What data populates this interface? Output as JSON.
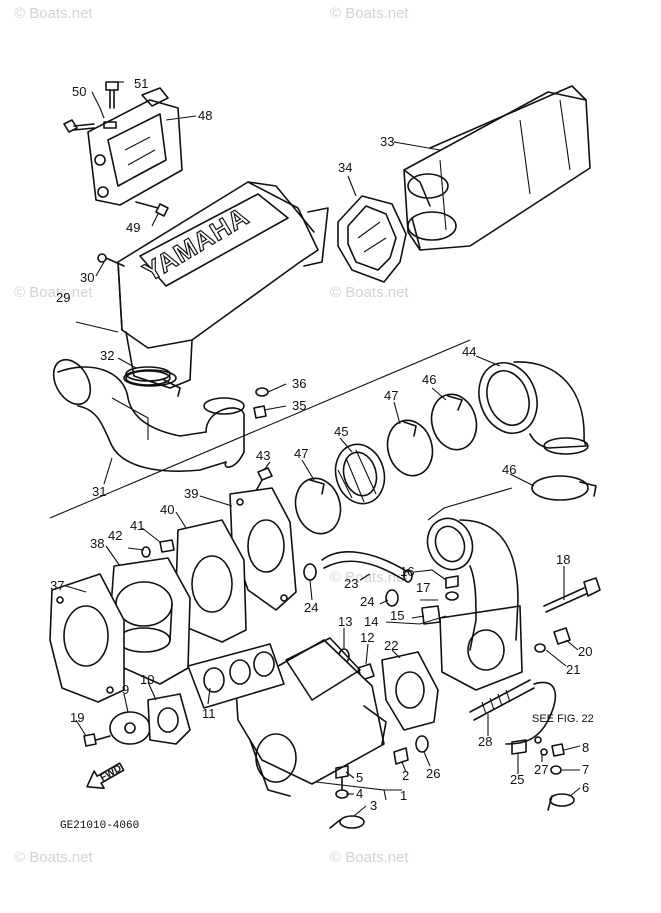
{
  "watermark": "© Boats.net",
  "brand_mark": "YAMAHA",
  "see_fig_note": "SEE FIG. 22",
  "fwd_label": "FWD",
  "drawing_code": "GE21010-4060",
  "callouts": {
    "c1": "1",
    "c2": "2",
    "c3": "3",
    "c4": "4",
    "c5": "5",
    "c6": "6",
    "c7": "7",
    "c8": "8",
    "c9": "9",
    "c10": "10",
    "c11": "11",
    "c12": "12",
    "c13": "13",
    "c14": "14",
    "c15": "15",
    "c16": "16",
    "c17": "17",
    "c18": "18",
    "c19": "19",
    "c20": "20",
    "c21": "21",
    "c22": "22",
    "c23": "23",
    "c24a": "24",
    "c24b": "24",
    "c25": "25",
    "c26": "26",
    "c27": "27",
    "c28": "28",
    "c29": "29",
    "c30": "30",
    "c31": "31",
    "c32": "32",
    "c33": "33",
    "c34": "34",
    "c35": "35",
    "c36": "36",
    "c37": "37",
    "c38": "38",
    "c39": "39",
    "c40": "40",
    "c41": "41",
    "c42": "42",
    "c43": "43",
    "c44": "44",
    "c45": "45",
    "c46a": "46",
    "c46b": "46",
    "c47a": "47",
    "c47b": "47",
    "c48": "48",
    "c49": "49",
    "c50": "50",
    "c51": "51"
  }
}
